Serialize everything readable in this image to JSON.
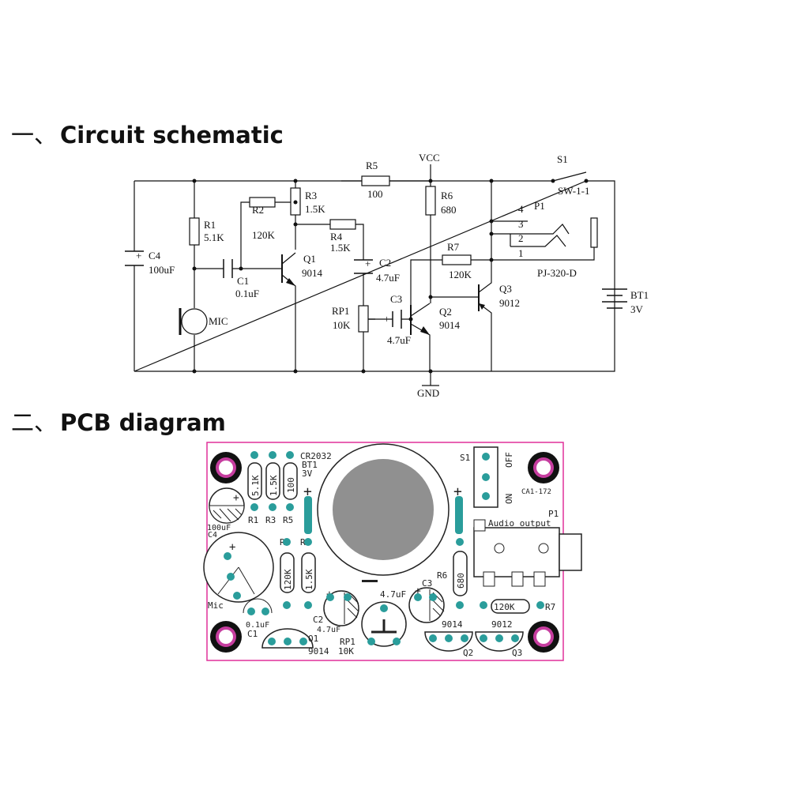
{
  "headings": {
    "schematic_num": "一、",
    "schematic_title": "Circuit schematic",
    "pcb_num": "二、",
    "pcb_title": "PCB diagram"
  },
  "schematic": {
    "R1": "R1",
    "R1_val": "5.1K",
    "R2": "R2",
    "R2_val": "120K",
    "R3": "R3",
    "R3_val": "1.5K",
    "R4": "R4",
    "R4_val": "1.5K",
    "R5": "R5",
    "R5_val": "100",
    "R6": "R6",
    "R6_val": "680",
    "R7": "R7",
    "R7_val": "120K",
    "C1": "C1",
    "C1_val": "0.1uF",
    "C2": "C2",
    "C2_val": "4.7uF",
    "C3": "C3",
    "C3_val": "4.7uF",
    "C4": "C4",
    "C4_val": "100uF",
    "Q1": "Q1",
    "Q1_val": "9014",
    "Q2": "Q2",
    "Q2_val": "9014",
    "Q3": "Q3",
    "Q3_val": "9012",
    "RP1": "RP1",
    "RP1_val": "10K",
    "MIC": "MIC",
    "VCC": "VCC",
    "GND": "GND",
    "S1": "S1",
    "S1_val": "SW-1-1",
    "P1": "P1",
    "P1_val": "PJ-320-D",
    "BT1": "BT1",
    "BT1_val": "3V",
    "pin4": "4",
    "pin3": "3",
    "pin2": "2",
    "pin1": "1",
    "plus": "+"
  },
  "pcb": {
    "cr2032": "CR2032",
    "bt1": "BT1",
    "v3": "3V",
    "r1v": "5.1K",
    "r3v": "1.5K",
    "r5v": "100",
    "r1": "R1",
    "r3": "R3",
    "r5": "R5",
    "c4v": "100uF",
    "c4": "C4",
    "r2": "R2",
    "r4": "R4",
    "r2v": "120K",
    "r4v": "1.5K",
    "mic": "Mic",
    "c1v": "0.1uF",
    "c1": "C1",
    "q1": "Q1",
    "q1v": "9014",
    "c2": "C2",
    "c2v": "4.7uF",
    "rp1": "RP1",
    "rp1v": "10K",
    "c3": "C3",
    "c3v": "4.7uF",
    "r6": "R6",
    "r6v": "680",
    "r7": "R7",
    "r7v": "120K",
    "q2v": "9014",
    "q3v": "9012",
    "q2": "Q2",
    "q3": "Q3",
    "s1": "S1",
    "off": "OFF",
    "on": "ON",
    "ca": "CA1-172",
    "p1": "P1",
    "audio": "Audio output",
    "plus": "+"
  },
  "colors": {
    "board_outline": "#e0309a",
    "pad": "#2a9d9b",
    "mount_ring": "#c63d9f",
    "battery_disc": "#909090",
    "silk": "#222222"
  }
}
